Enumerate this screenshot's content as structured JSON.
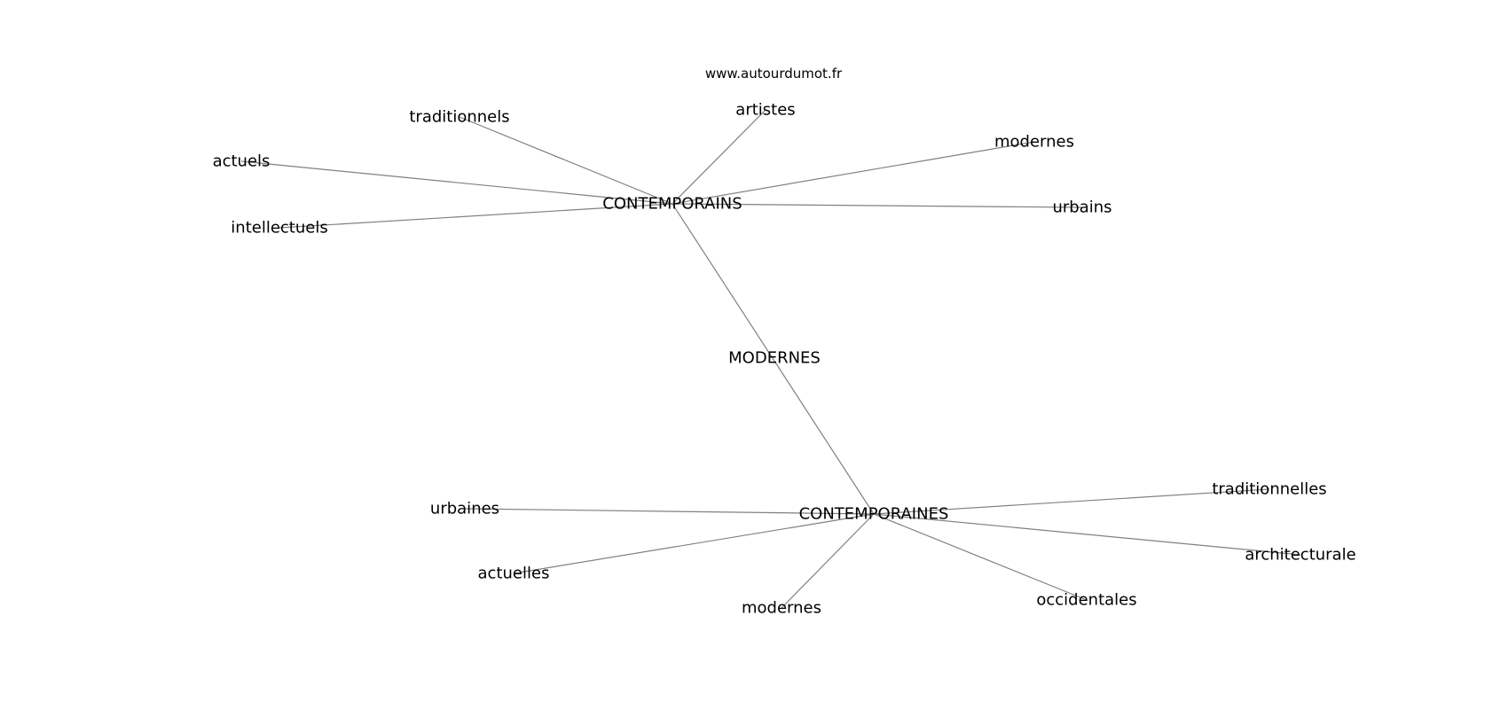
{
  "watermark": "www.autourdumot.fr",
  "graph": {
    "nodes": [
      {
        "id": "modernes_center",
        "label": "MODERNES"
      },
      {
        "id": "contemporains",
        "label": "CONTEMPORAINS"
      },
      {
        "id": "contemporaines",
        "label": "CONTEMPORAINES"
      },
      {
        "id": "traditionnels",
        "label": "traditionnels"
      },
      {
        "id": "artistes",
        "label": "artistes"
      },
      {
        "id": "modernes_1",
        "label": "modernes"
      },
      {
        "id": "actuels",
        "label": "actuels"
      },
      {
        "id": "intellectuels",
        "label": "intellectuels"
      },
      {
        "id": "urbains",
        "label": "urbains"
      },
      {
        "id": "urbaines",
        "label": "urbaines"
      },
      {
        "id": "traditionnelles",
        "label": "traditionnelles"
      },
      {
        "id": "architecturale",
        "label": "architecturale"
      },
      {
        "id": "actuelles",
        "label": "actuelles"
      },
      {
        "id": "modernes_2",
        "label": "modernes"
      },
      {
        "id": "occidentales",
        "label": "occidentales"
      }
    ],
    "edges": [
      {
        "from": "contemporains",
        "to": "contemporaines"
      },
      {
        "from": "contemporains",
        "to": "traditionnels"
      },
      {
        "from": "contemporains",
        "to": "artistes"
      },
      {
        "from": "contemporains",
        "to": "modernes_1"
      },
      {
        "from": "contemporains",
        "to": "actuels"
      },
      {
        "from": "contemporains",
        "to": "intellectuels"
      },
      {
        "from": "contemporains",
        "to": "urbains"
      },
      {
        "from": "contemporaines",
        "to": "urbaines"
      },
      {
        "from": "contemporaines",
        "to": "traditionnelles"
      },
      {
        "from": "contemporaines",
        "to": "architecturale"
      },
      {
        "from": "contemporaines",
        "to": "actuelles"
      },
      {
        "from": "contemporaines",
        "to": "modernes_2"
      },
      {
        "from": "contemporaines",
        "to": "occidentales"
      }
    ]
  }
}
